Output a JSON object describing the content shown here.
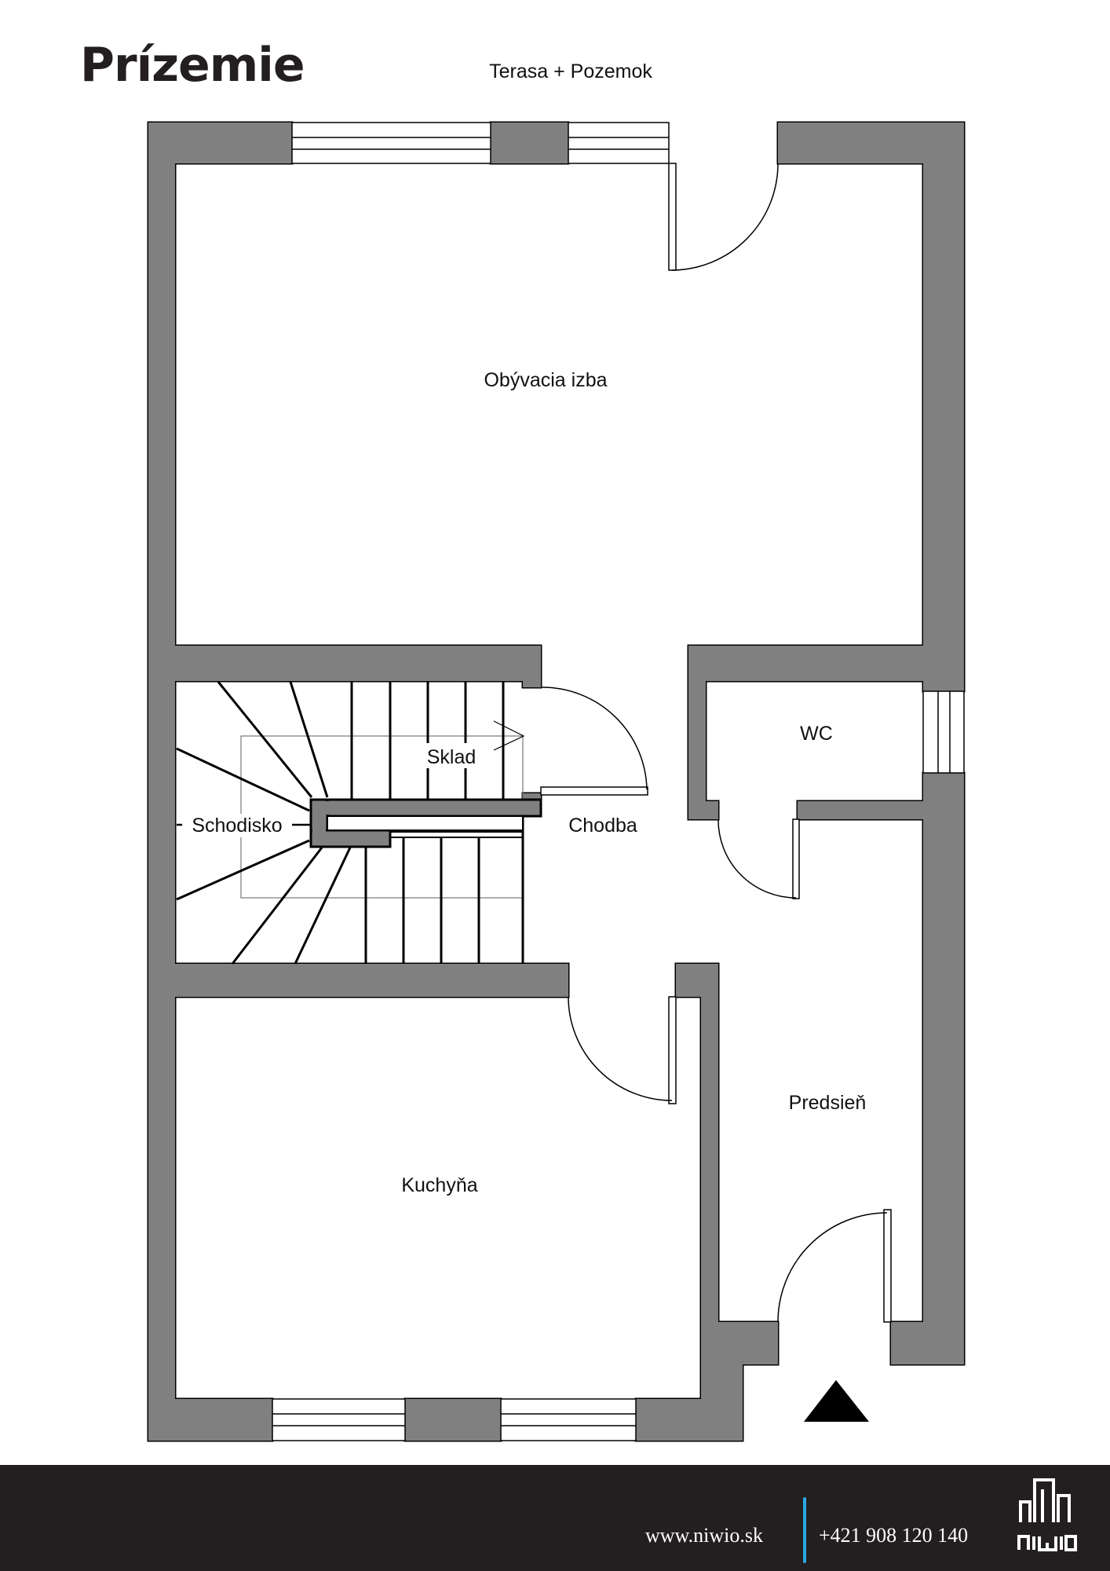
{
  "header": {
    "title": "Prízemie"
  },
  "plan": {
    "outside_label": "Terasa + Pozemok",
    "rooms": {
      "living": "Obývacia izba",
      "storage": "Sklad",
      "stairs": "Schodisko",
      "hallway": "Chodba",
      "wc": "WC",
      "entry": "Predsieň",
      "kitchen": "Kuchyňa"
    },
    "wall_color": "#808080"
  },
  "footer": {
    "website": "www.niwio.sk",
    "phone": "+421 908 120 140",
    "brand": "niwio",
    "background": "#231f20",
    "accent": "#29a8e0"
  }
}
